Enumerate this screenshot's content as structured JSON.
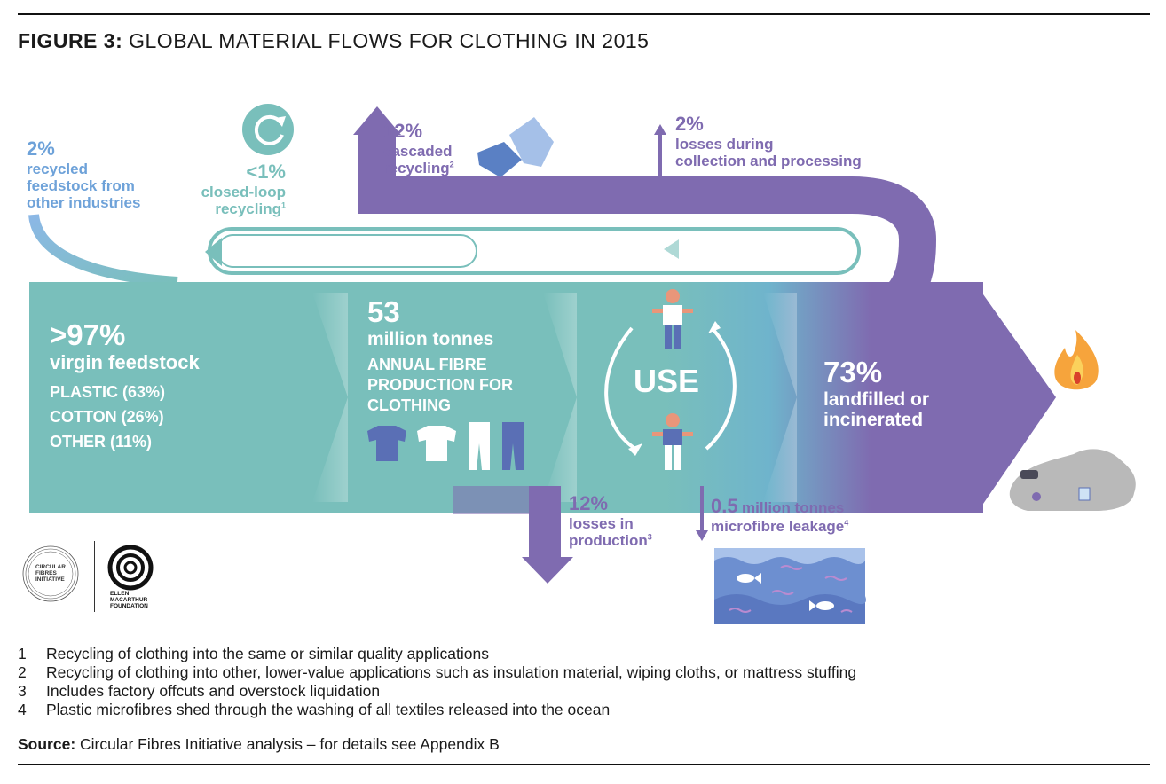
{
  "title": {
    "prefix": "FIGURE 3:",
    "text": "GLOBAL MATERIAL FLOWS FOR CLOTHING IN 2015"
  },
  "recycled_feedstock": {
    "pct": "2%",
    "l1": "recycled",
    "l2": "feedstock from",
    "l3": "other industries"
  },
  "closed_loop": {
    "pct": "<1%",
    "l1": "closed-loop",
    "l2": "recycling",
    "sup": "1"
  },
  "cascaded": {
    "pct": "12%",
    "l1": "cascaded",
    "l2": "recycling",
    "sup": "2"
  },
  "collection_losses": {
    "pct": "2%",
    "l1": "losses during",
    "l2": "collection and processing"
  },
  "virgin": {
    "pct": ">97%",
    "label": "virgin feedstock",
    "items": [
      "PLASTIC (63%)",
      "COTTON (26%)",
      "OTHER (11%)"
    ]
  },
  "production": {
    "value": "53",
    "unit": "million tonnes",
    "l1": "ANNUAL FIBRE",
    "l2": "PRODUCTION FOR",
    "l3": "CLOTHING"
  },
  "use": {
    "label": "USE"
  },
  "landfill": {
    "pct": "73%",
    "l1": "landfilled or",
    "l2": "incinerated"
  },
  "production_losses": {
    "pct": "12%",
    "l1": "losses in",
    "l2": "production",
    "sup": "3"
  },
  "microfibre": {
    "value": "0.5",
    "unit": "million tonnes",
    "l1": "microfibre leakage",
    "sup": "4"
  },
  "logos": {
    "cfi": [
      "CIRCULAR",
      "FIBRES",
      "INITIATIVE"
    ],
    "emf": [
      "ELLEN",
      "MACARTHUR",
      "FOUNDATION"
    ]
  },
  "footnotes": [
    {
      "num": "1",
      "text": "Recycling of clothing into the same or similar quality applications"
    },
    {
      "num": "2",
      "text": "Recycling of clothing into other, lower-value applications such as insulation material, wiping cloths, or mattress stuffing"
    },
    {
      "num": "3",
      "text": "Includes factory offcuts and overstock liquidation"
    },
    {
      "num": "4",
      "text": "Plastic microfibres shed through the washing of all textiles released into the ocean"
    }
  ],
  "source": {
    "label": "Source:",
    "text": "Circular Fibres Initiative analysis – for details see Appendix B"
  },
  "colors": {
    "teal": "#79bfbb",
    "purple": "#7f6bb0",
    "light_blue": "#6ea2d9",
    "ocean": "#6d8fd0"
  }
}
